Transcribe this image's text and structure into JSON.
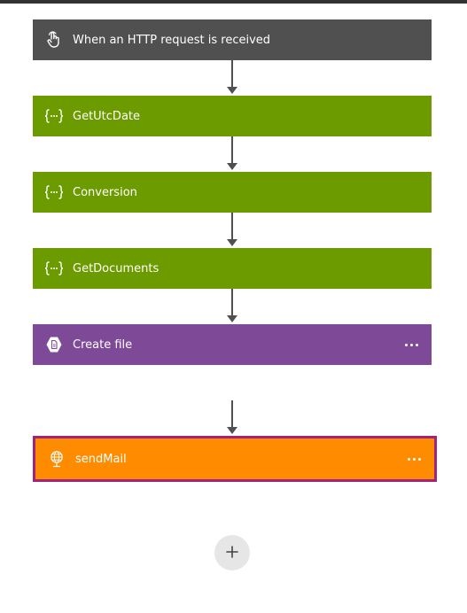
{
  "flow": {
    "steps": [
      {
        "label": "When an HTTP request is received",
        "icon": "hand-pointer-icon",
        "color": "#505050"
      },
      {
        "label": "GetUtcDate",
        "icon": "braces-icon",
        "color": "#6c9b00"
      },
      {
        "label": "Conversion",
        "icon": "braces-icon",
        "color": "#6c9b00"
      },
      {
        "label": "GetDocuments",
        "icon": "braces-icon",
        "color": "#6c9b00"
      },
      {
        "label": "Create file",
        "icon": "file-icon",
        "color": "#7e4a98"
      },
      {
        "label": "sendMail",
        "icon": "globe-icon",
        "color": "#ff8c00",
        "border": "#a0237c"
      }
    ]
  },
  "colors": {
    "trigger": "#505050",
    "action_green": "#6c9b00",
    "action_purple": "#7e4a98",
    "action_orange": "#ff8c00",
    "selected_border": "#a0237c",
    "connector": "#505050",
    "add_button_bg": "#e6e6e6"
  }
}
